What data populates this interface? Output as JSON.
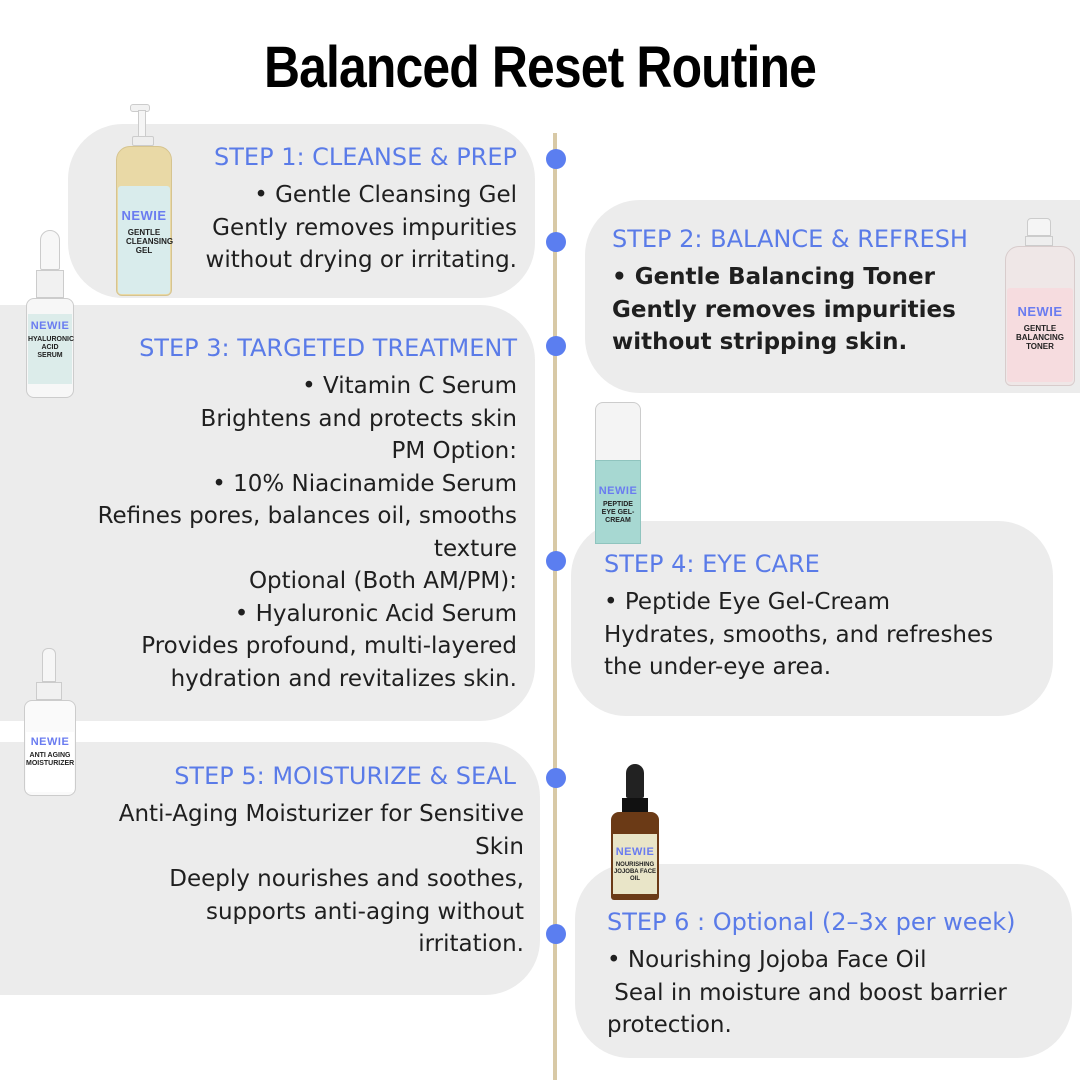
{
  "title": "Balanced Reset Routine",
  "colors": {
    "accent": "#5a7be8",
    "card": "#ececec",
    "timeline": "#d8c9a6",
    "brand": "#6a7cf0"
  },
  "steps": [
    {
      "heading": "STEP 1: CLEANSE & PREP",
      "lines": [
        "•  Gentle Cleansing Gel",
        "Gently removes impurities",
        "without drying or irritating."
      ]
    },
    {
      "heading": "STEP 2: BALANCE & REFRESH",
      "lines": [
        "•  Gentle Balancing Toner",
        "Gently removes impurities",
        "without stripping skin."
      ]
    },
    {
      "heading": "STEP 3: TARGETED TREATMENT",
      "lines": [
        "•  Vitamin C Serum",
        "Brightens and protects skin",
        "PM Option:",
        "•  10% Niacinamide Serum",
        "Refines pores, balances oil, smooths",
        "texture",
        "Optional (Both AM/PM):",
        "•  Hyaluronic Acid Serum",
        "Provides profound, multi-layered",
        "hydration and revitalizes skin."
      ]
    },
    {
      "heading": "STEP 4: EYE CARE",
      "lines": [
        "•  Peptide Eye Gel-Cream",
        "Hydrates, smooths, and   refreshes",
        "the under-eye area."
      ]
    },
    {
      "heading": "STEP 5: MOISTURIZE & SEAL",
      "lines": [
        "Anti-Aging Moisturizer for Sensitive",
        "Skin",
        "Deeply nourishes and soothes,",
        "supports anti-aging without",
        "irritation."
      ]
    },
    {
      "heading": "STEP 6 : Optional (2–3x per week)",
      "lines": [
        "•  Nourishing Jojoba Face Oil",
        " Seal in moisture and boost barrier",
        "protection."
      ]
    }
  ],
  "products": {
    "cleanser": {
      "brand": "NEWIE",
      "name": "GENTLE CLEANSING GEL"
    },
    "toner": {
      "brand": "NEWIE",
      "name": "GENTLE BALANCING TONER"
    },
    "hyaluronic": {
      "brand": "NEWIE",
      "name": "HYALURONIC ACID SERUM"
    },
    "eye": {
      "brand": "NEWIE",
      "name": "PEPTIDE EYE GEL-CREAM"
    },
    "moisturizer": {
      "brand": "NEWIE",
      "name": "ANTI AGING MOISTURIZER"
    },
    "oil": {
      "brand": "NEWIE",
      "name": "NOURISHING JOJOBA FACE OIL"
    }
  }
}
